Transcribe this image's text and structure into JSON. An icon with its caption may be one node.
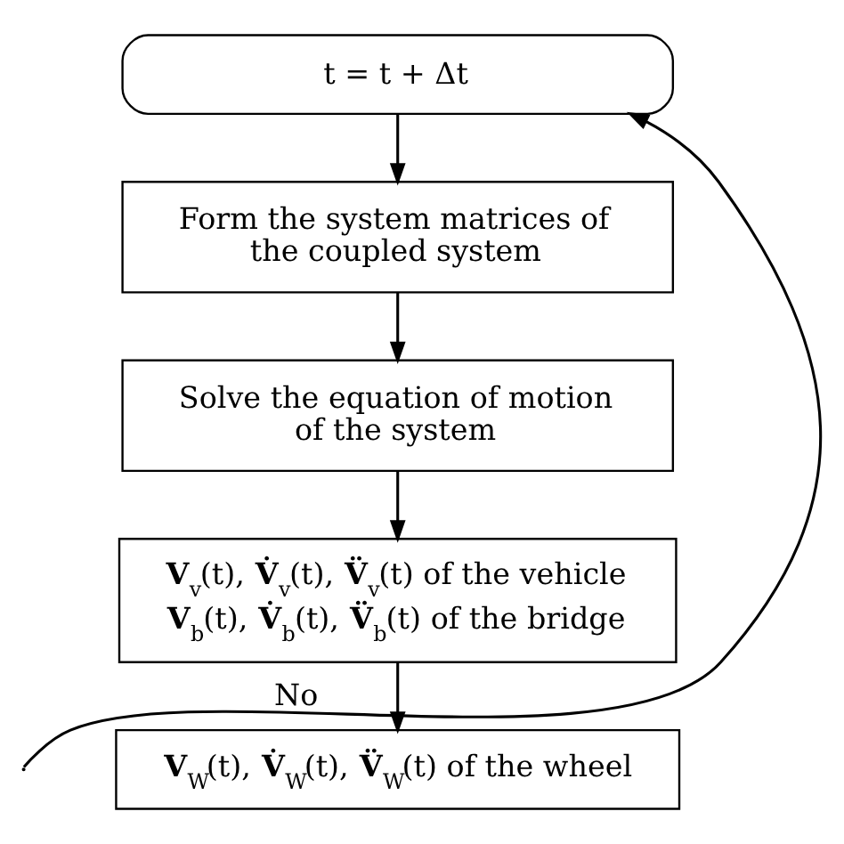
{
  "diagram": {
    "nodes": [
      {
        "text": [
          "t = t + Δt"
        ]
      },
      {
        "text": [
          "Form the system matrices of the coupled system"
        ]
      },
      {
        "text": [
          "Solve the equation of motion of the system"
        ]
      },
      {
        "text": [
          "**V**$_{v}$(t), **V̇**$_{v}$(t), **V̈**$_{v}$(t) of the vehicle",
          "**V**$_{b}$(t), **V̇**$_{b}$(t), **V̈**$_{b}$(t) of the bridge"
        ]
      },
      {
        "text": [
          "**V**$_{W}$(t), **V̇**$_{W}$(t), **V̈**$_{W}$(t) of the wheel"
        ]
      }
    ],
    "edges": [
      {
        "from": null,
        "to": 0,
        "arrow": "to",
        "label": "No"
      },
      {
        "from": 0,
        "to": 1,
        "arrow": "to"
      },
      {
        "from": 1,
        "to": 2,
        "arrow": "to"
      },
      {
        "from": 2,
        "to": 3,
        "arrow": "to"
      },
      {
        "from": 3,
        "to": 4,
        "arrow": "to"
      }
    ]
  }
}
